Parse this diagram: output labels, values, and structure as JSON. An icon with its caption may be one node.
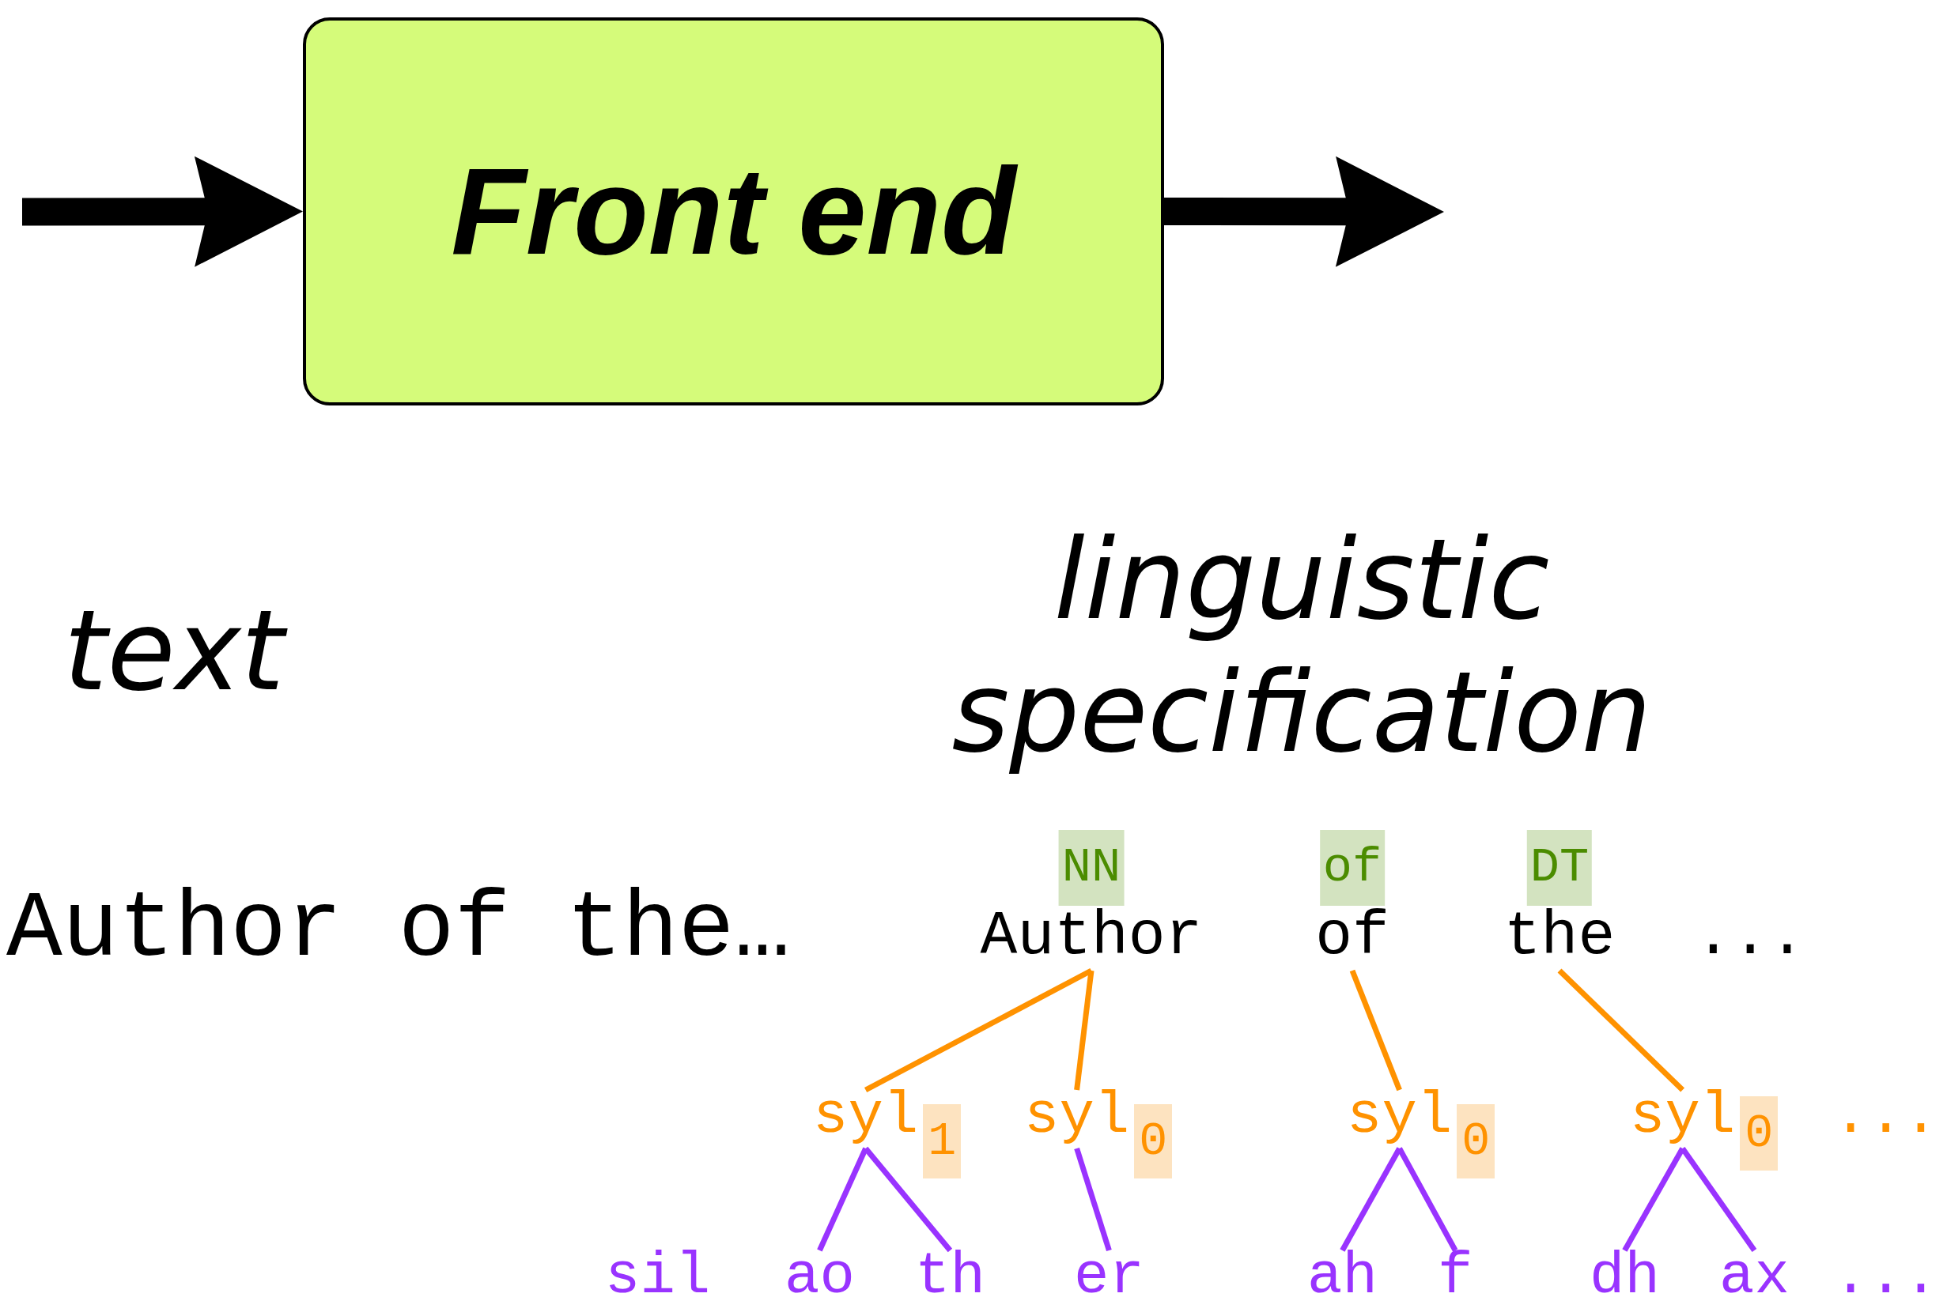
{
  "diagram": {
    "nodes": [
      {
        "text": [
          "Front end"
        ]
      },
      {
        "text": [
          "NN",
          "Author"
        ]
      },
      {
        "text": [
          "of",
          "of"
        ]
      },
      {
        "text": [
          "DT",
          "the"
        ]
      },
      {
        "text": [
          "syl",
          "1"
        ]
      },
      {
        "text": [
          "syl",
          "0"
        ]
      },
      {
        "text": [
          "syl",
          "0"
        ]
      },
      {
        "text": [
          "syl",
          "0"
        ]
      },
      {
        "text": [
          "sil"
        ]
      },
      {
        "text": [
          "ao"
        ]
      },
      {
        "text": [
          "th"
        ]
      },
      {
        "text": [
          "er"
        ]
      },
      {
        "text": [
          "ah"
        ]
      },
      {
        "text": [
          "f"
        ]
      },
      {
        "text": [
          "dh"
        ]
      },
      {
        "text": [
          "ax"
        ]
      }
    ],
    "edges": [
      {
        "from": null,
        "to": 0,
        "arrow": "to",
        "style": "thick",
        "color": "#000000"
      },
      {
        "from": 0,
        "to": null,
        "arrow": "to",
        "style": "thick",
        "color": "#000000"
      },
      {
        "from": 1,
        "to": 4,
        "arrow": "none",
        "color": "#ff9200"
      },
      {
        "from": 1,
        "to": 5,
        "arrow": "none",
        "color": "#ff9200"
      },
      {
        "from": 2,
        "to": 6,
        "arrow": "none",
        "color": "#ff9200"
      },
      {
        "from": 3,
        "to": 7,
        "arrow": "none",
        "color": "#ff9200"
      },
      {
        "from": 4,
        "to": 9,
        "arrow": "none"
      },
      {
        "from": 4,
        "to": 10,
        "arrow": "none"
      },
      {
        "from": 5,
        "to": 11,
        "arrow": "none"
      },
      {
        "from": 6,
        "to": 12,
        "arrow": "none"
      },
      {
        "from": 6,
        "to": 13,
        "arrow": "none"
      },
      {
        "from": 7,
        "to": 14,
        "arrow": "none"
      },
      {
        "from": 7,
        "to": 15,
        "arrow": "none"
      }
    ],
    "labels": [
      "text",
      "linguistic specification",
      "Author of the…",
      "...",
      "...",
      "..."
    ]
  }
}
